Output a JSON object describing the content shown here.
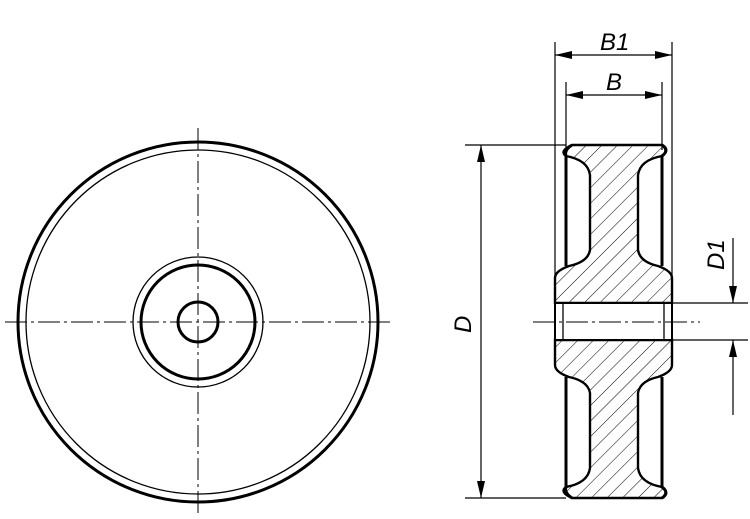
{
  "drawing": {
    "line_color": "#000000",
    "background": "#ffffff",
    "dimensions": {
      "outer_width": "B1",
      "width": "B",
      "diameter": "D",
      "bore_diameter": "D1"
    }
  }
}
